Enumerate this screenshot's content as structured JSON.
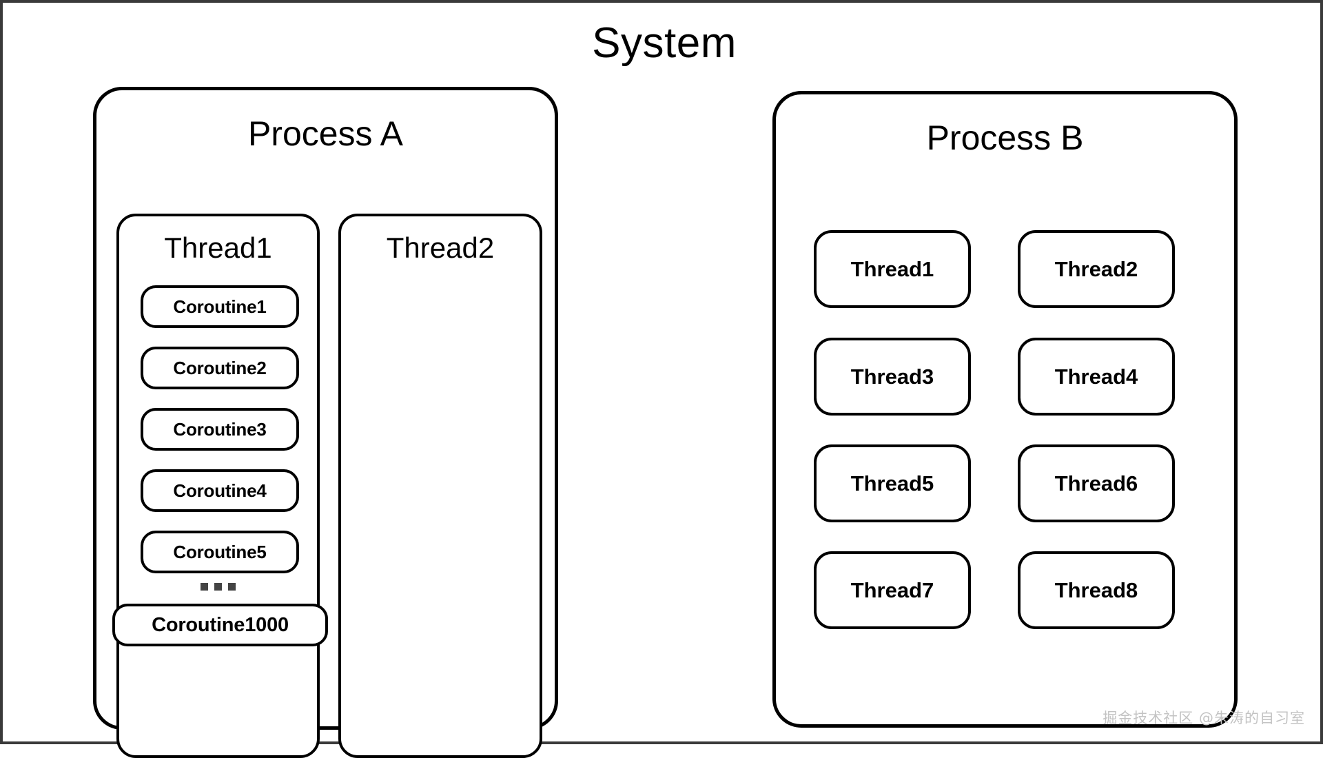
{
  "diagram": {
    "title": "System",
    "processes": [
      {
        "id": "process-a",
        "title": "Process A",
        "threads": [
          {
            "id": "thread-col-1",
            "label": "Thread1",
            "coroutines": [
              "Coroutine1",
              "Coroutine2",
              "Coroutine3",
              "Coroutine4",
              "Coroutine5"
            ],
            "ellipsis": "...",
            "last_coroutine": "Coroutine1000"
          },
          {
            "id": "thread-col-2",
            "label": "Thread2",
            "coroutines": [],
            "ellipsis": "",
            "last_coroutine": ""
          }
        ]
      },
      {
        "id": "process-b",
        "title": "Process B",
        "thread_grid": [
          "Thread1",
          "Thread2",
          "Thread3",
          "Thread4",
          "Thread5",
          "Thread6",
          "Thread7",
          "Thread8"
        ]
      }
    ]
  },
  "watermark": {
    "text": "掘金技术社区 @朱涛的自习室"
  },
  "colors": {
    "stroke": "#000000",
    "background": "#ffffff",
    "frame_border": "#3a3a3a",
    "ellipsis_dot": "#444444",
    "watermark": "#c3c3c3"
  }
}
